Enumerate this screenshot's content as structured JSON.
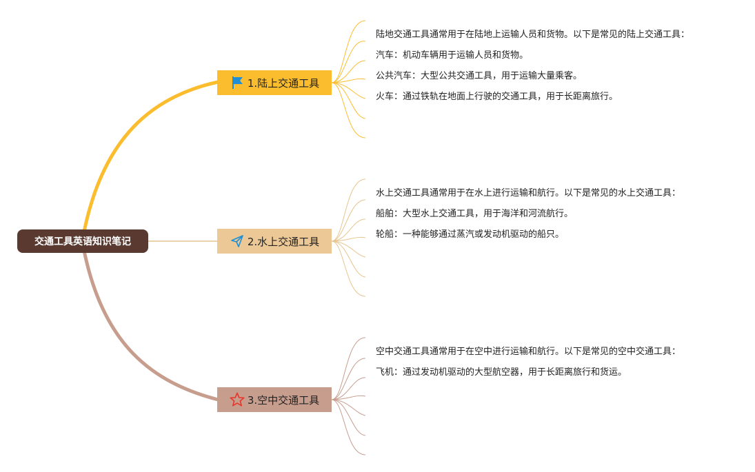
{
  "root": {
    "label": "交通工具英语知识笔记",
    "color": "#5a3a30"
  },
  "branches": [
    {
      "label": "1.陆上交通工具",
      "icon": "flag-icon",
      "color": "#fbbd2e",
      "line_color": "#fbbd2e",
      "leaves": [
        "陆地交通工具通常用于在陆地上运输人员和货物。以下是常见的陆上交通工具：",
        "汽车：机动车辆用于运输人员和货物。",
        "公共汽车：大型公共交通工具，用于运输大量乘客。",
        "火车：通过铁轨在地面上行驶的交通工具，用于长距离旅行。"
      ]
    },
    {
      "label": "2.水上交通工具",
      "icon": "paper-plane-icon",
      "color": "#ecc896",
      "line_color": "#e6c48e",
      "leaves": [
        "水上交通工具通常用于在水上进行运输和航行。以下是常见的水上交通工具：",
        "船舶：大型水上交通工具，用于海洋和河流航行。",
        "轮船：一种能够通过蒸汽或发动机驱动的船只。"
      ]
    },
    {
      "label": "3.空中交通工具",
      "icon": "star-icon",
      "color": "#c79d8e",
      "line_color": "#c79d8e",
      "leaves": [
        "空中交通工具通常用于在空中进行运输和航行。以下是常见的空中交通工具：",
        "飞机：通过发动机驱动的大型航空器，用于长距离旅行和货运。"
      ]
    }
  ]
}
